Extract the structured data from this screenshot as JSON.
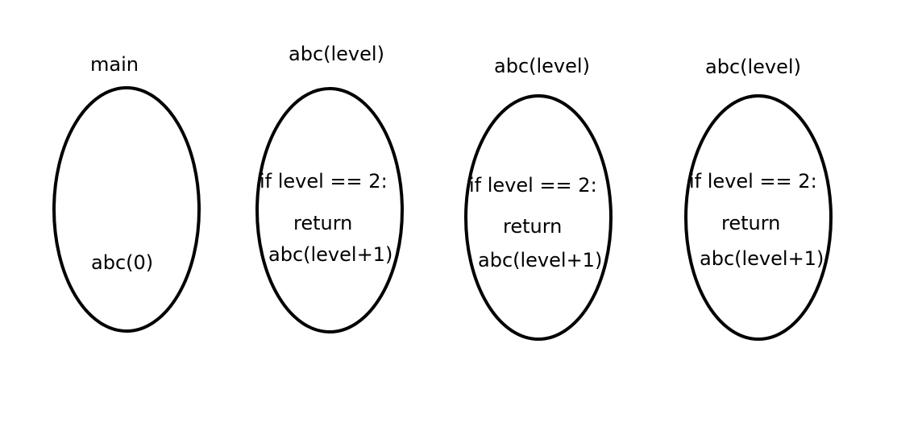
{
  "diagram": {
    "stroke_color": "#000000",
    "background": "#ffffff",
    "frames": [
      {
        "title": "main",
        "lines": [
          "abc(0)"
        ]
      },
      {
        "title": "abc(level)",
        "lines": [
          "if level == 2:",
          "return",
          "abc(level+1)"
        ]
      },
      {
        "title": "abc(level)",
        "lines": [
          "if level == 2:",
          "return",
          "abc(level+1)"
        ]
      },
      {
        "title": "abc(level)",
        "lines": [
          "if level == 2:",
          "return",
          "abc(level+1)"
        ]
      }
    ]
  }
}
